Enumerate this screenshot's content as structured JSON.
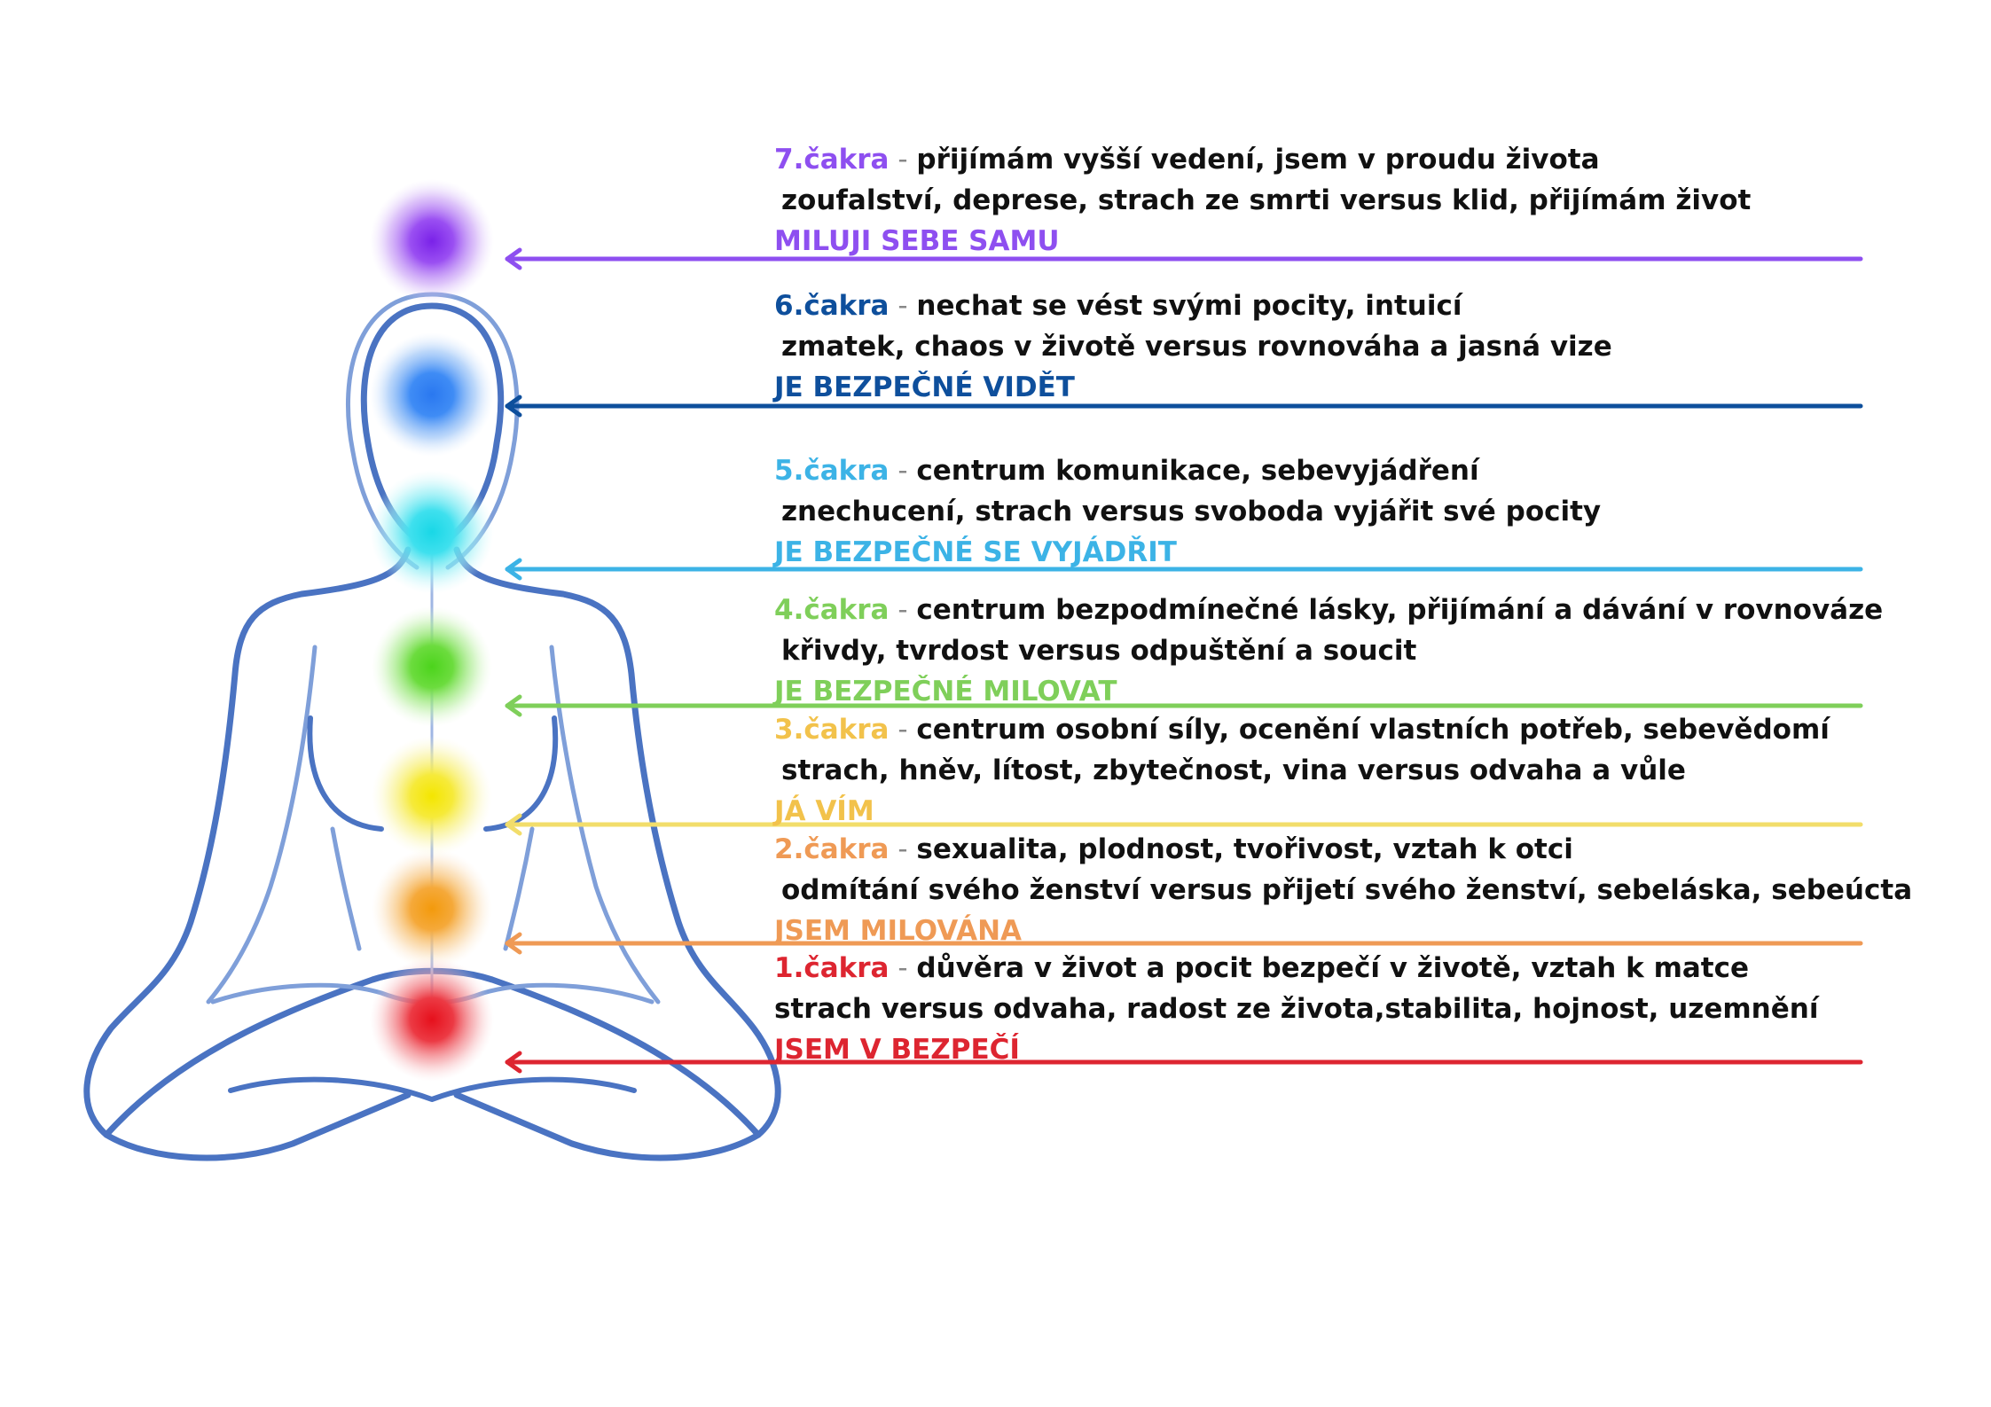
{
  "colors": {
    "c7": "#8e4ff0",
    "c6": "#0e4f9c",
    "c5": "#3cb3e6",
    "c4": "#7fcf5a",
    "c3": "#f2c24b",
    "c2": "#ef9a55",
    "c1": "#dd2530",
    "body_outline": "#4a73c2"
  },
  "chakras": {
    "c7": {
      "label": "7.čakra",
      "separator": " - ",
      "desc": "přijímám vyšší vedení, jsem v proudu života",
      "line2": "zoufalství, deprese, strach ze smrti versus klid, přijímám život",
      "affirmation": "MILUJI SEBE SAMU"
    },
    "c6": {
      "label": "6.čakra",
      "separator": " - ",
      "desc": "nechat se vést svými pocity, intuicí",
      "line2": "zmatek, chaos v životě versus rovnováha a jasná vize",
      "affirmation": "JE BEZPEČNÉ VIDĚT"
    },
    "c5": {
      "label": "5.čakra",
      "separator": " - ",
      "desc": "centrum komunikace, sebevyjádření",
      "line2": "znechucení, strach versus svoboda vyjářit své pocity",
      "affirmation": "JE BEZPEČNÉ SE VYJÁDŘIT"
    },
    "c4": {
      "label": "4.čakra",
      "separator": " - ",
      "desc": "centrum bezpodmínečné lásky, přijímání a dávání v rovnováze",
      "line2": "křivdy, tvrdost versus odpuštění a soucit",
      "affirmation": "JE BEZPEČNÉ MILOVAT"
    },
    "c3": {
      "label": "3.čakra",
      "separator": " - ",
      "desc": "centrum osobní síly, ocenění vlastních potřeb, sebevědomí",
      "line2": "strach, hněv, lítost, zbytečnost, vina versus odvaha a vůle",
      "affirmation": "JÁ VÍM"
    },
    "c2": {
      "label": "2.čakra",
      "separator": " - ",
      "desc": "sexualita, plodnost, tvořivost, vztah k otci",
      "line2": "odmítání svého ženství versus přijetí svého ženství, sebeláska, sebeúcta",
      "affirmation": "JSEM MILOVÁNA"
    },
    "c1": {
      "label": "1.čakra",
      "separator": " - ",
      "desc": "důvěra v život a pocit bezpečí v životě, vztah k matce",
      "line2": "strach versus odvaha, radost ze života,stabilita, hojnost, uzemnění",
      "affirmation": "JSEM V BEZPEČÍ"
    }
  }
}
